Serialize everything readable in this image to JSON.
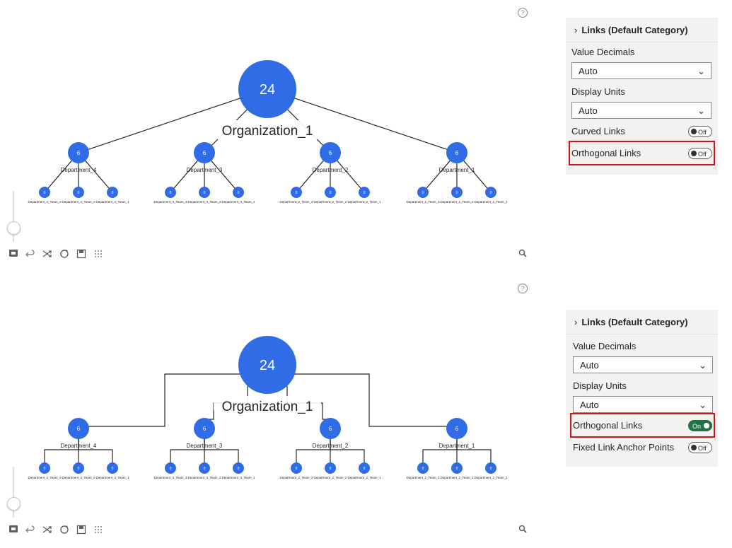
{
  "tree": {
    "root": {
      "value": "24",
      "label": "Organization_1"
    },
    "departments": [
      {
        "label": "Department_4",
        "value": "6",
        "teams": [
          "Department_4_Team_3",
          "Department_4_Team_2",
          "Department_4_Team_1"
        ]
      },
      {
        "label": "Department_3",
        "value": "6",
        "teams": [
          "Department_3_Team_3",
          "Department_3_Team_2",
          "Department_3_Team_1"
        ]
      },
      {
        "label": "Department_2",
        "value": "6",
        "teams": [
          "Department_2_Team_3",
          "Department_2_Team_2",
          "Department_2_Team_1"
        ]
      },
      {
        "label": "Department_1",
        "value": "6",
        "teams": [
          "Department_1_Team_3",
          "Department_1_Team_2",
          "Department_1_Team_1"
        ]
      }
    ],
    "team_value": "0"
  },
  "colors": {
    "node": "#2f6ce5",
    "highlight": "#d0121b",
    "toggle_on": "#217346"
  },
  "icons": [
    "help-icon",
    "fit-view-icon",
    "undo-icon",
    "shuffle-icon",
    "refresh-icon",
    "save-icon",
    "grid-icon",
    "search-icon"
  ],
  "top_pane": {
    "header": "Links (Default Category)",
    "value_decimals_label": "Value Decimals",
    "value_decimals_value": "Auto",
    "display_units_label": "Display Units",
    "display_units_value": "Auto",
    "curved_links_label": "Curved Links",
    "curved_links_state": "Off",
    "orthogonal_links_label": "Orthogonal Links",
    "orthogonal_links_state": "Off"
  },
  "bottom_pane": {
    "header": "Links (Default Category)",
    "value_decimals_label": "Value Decimals",
    "value_decimals_value": "Auto",
    "display_units_label": "Display Units",
    "display_units_value": "Auto",
    "orthogonal_links_label": "Orthogonal Links",
    "orthogonal_links_state": "On",
    "fixed_anchor_label": "Fixed Link Anchor Points",
    "fixed_anchor_state": "Off"
  },
  "help_glyph": "?",
  "chevron_right": "›",
  "chevron_down": "⌄"
}
